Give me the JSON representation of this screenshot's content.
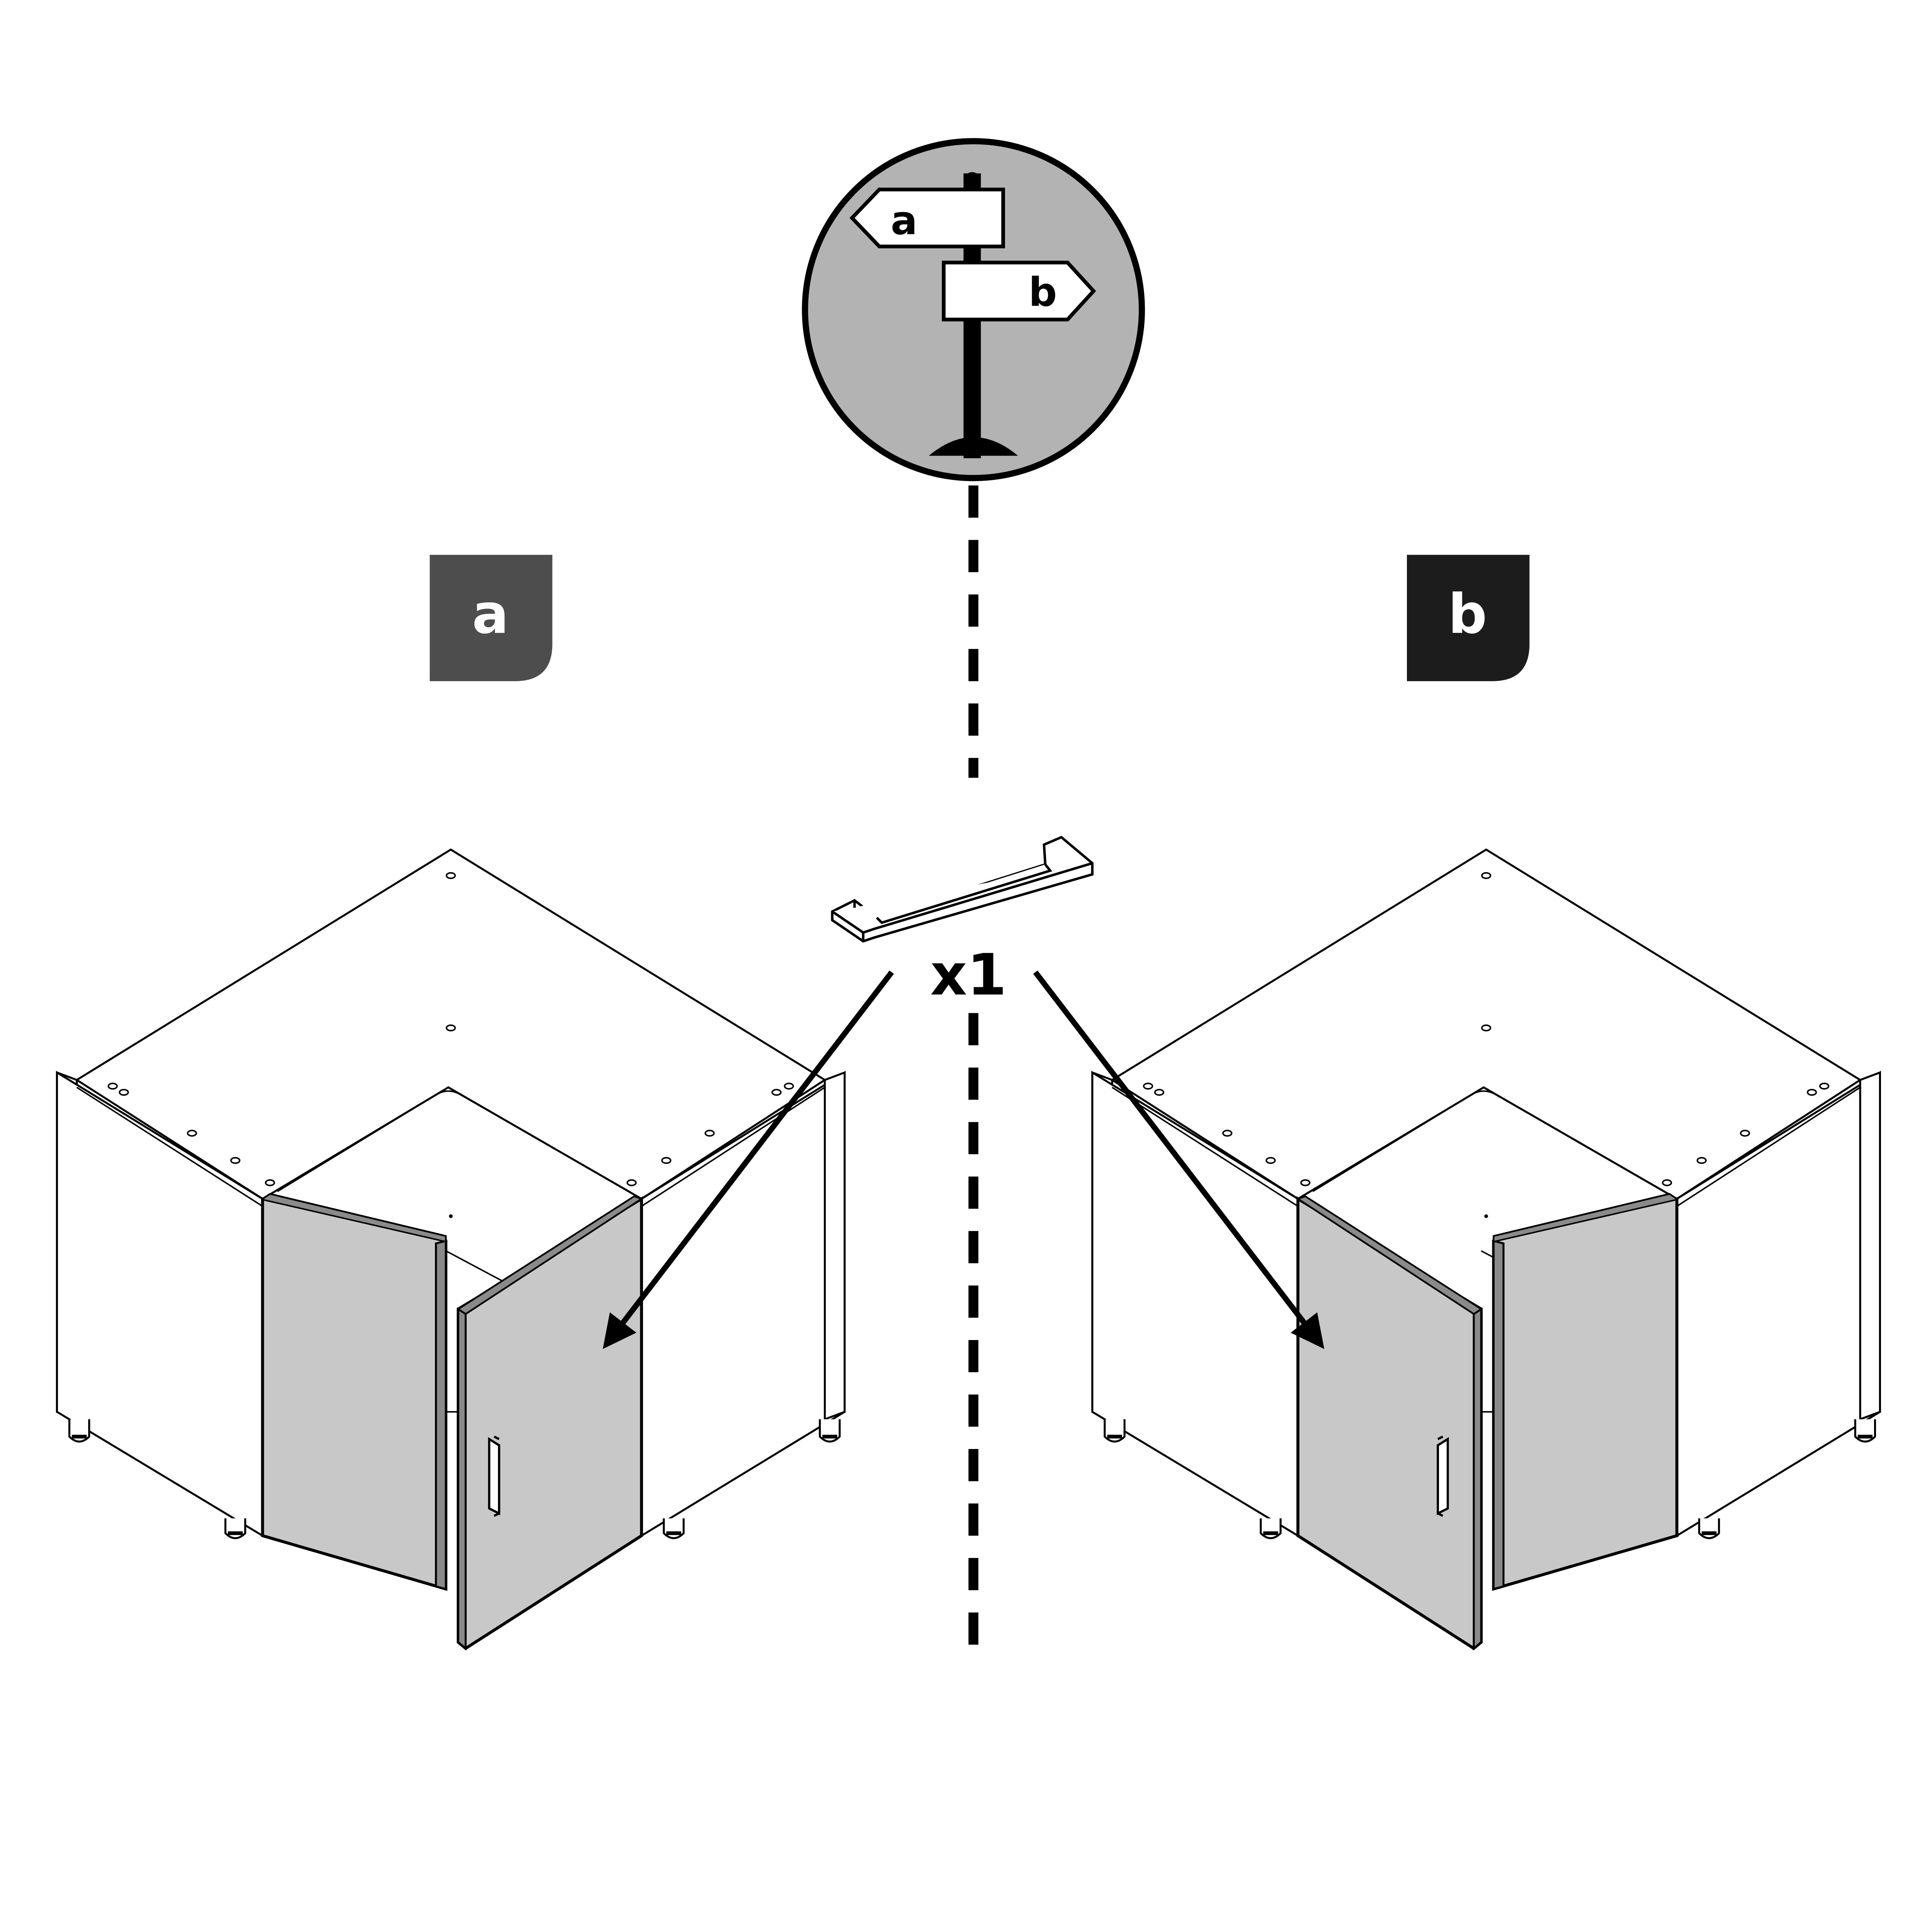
{
  "signpost": {
    "left_sign_label": "a",
    "right_sign_label": "b"
  },
  "options": [
    {
      "label": "a",
      "badge_color": "#4d4d4d"
    },
    {
      "label": "b",
      "badge_color": "#1c1c1c"
    }
  ],
  "handle": {
    "quantity_label": "x1"
  },
  "colors": {
    "line": "#000000",
    "door_fill": "#c8c8c8",
    "door_edge": "#8a8a8a",
    "circle_fill": "#b3b3b3",
    "cabinet_fill": "#ffffff"
  }
}
